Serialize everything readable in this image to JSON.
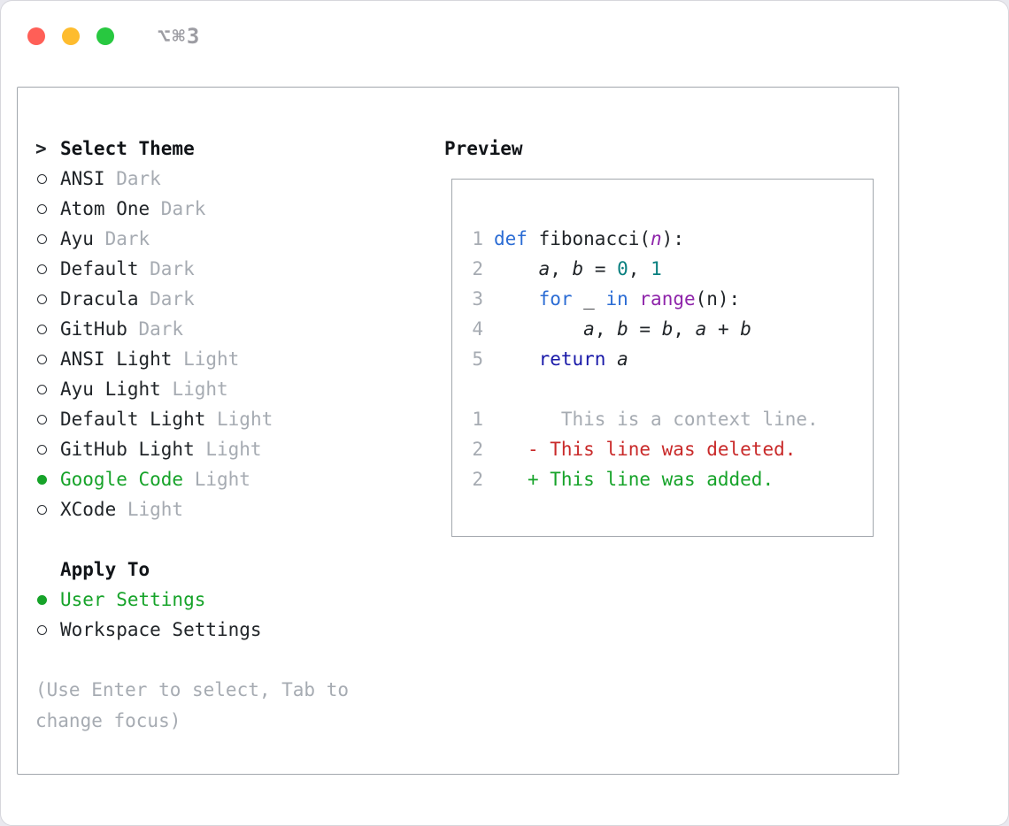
{
  "window": {
    "title": "⌥⌘3"
  },
  "colors": {
    "fg": "#212529",
    "muted": "#a6abb2",
    "green": "#16a329",
    "red": "#c92a2a",
    "blue": "#2b6cd4",
    "navy": "#1818a8",
    "purple": "#8e24aa",
    "teal": "#087f7f"
  },
  "theme_section": {
    "prompt": ">",
    "title": "Select Theme",
    "items": [
      {
        "name": "ANSI",
        "variant": "Dark",
        "selected": false
      },
      {
        "name": "Atom One",
        "variant": "Dark",
        "selected": false
      },
      {
        "name": "Ayu",
        "variant": "Dark",
        "selected": false
      },
      {
        "name": "Default",
        "variant": "Dark",
        "selected": false
      },
      {
        "name": "Dracula",
        "variant": "Dark",
        "selected": false
      },
      {
        "name": "GitHub",
        "variant": "Dark",
        "selected": false
      },
      {
        "name": "ANSI Light",
        "variant": "Light",
        "selected": false
      },
      {
        "name": "Ayu Light",
        "variant": "Light",
        "selected": false
      },
      {
        "name": "Default Light",
        "variant": "Light",
        "selected": false
      },
      {
        "name": "GitHub Light",
        "variant": "Light",
        "selected": false
      },
      {
        "name": "Google Code",
        "variant": "Light",
        "selected": true
      },
      {
        "name": "XCode",
        "variant": "Light",
        "selected": false
      }
    ]
  },
  "apply_section": {
    "title": "Apply To",
    "items": [
      {
        "name": "User Settings",
        "selected": true
      },
      {
        "name": "Workspace Settings",
        "selected": false
      }
    ]
  },
  "hint": "(Use Enter to select, Tab to change focus)",
  "preview": {
    "title": "Preview",
    "code_lines": [
      {
        "num": "1",
        "tokens": [
          {
            "t": "def",
            "c": "blue"
          },
          {
            "t": " fibonacci(",
            "c": "fg"
          },
          {
            "t": "n",
            "c": "purple",
            "i": true
          },
          {
            "t": "):",
            "c": "fg"
          }
        ]
      },
      {
        "num": "2",
        "tokens": [
          {
            "t": "    ",
            "c": "fg"
          },
          {
            "t": "a",
            "c": "fg",
            "i": true
          },
          {
            "t": ", ",
            "c": "fg"
          },
          {
            "t": "b",
            "c": "fg",
            "i": true
          },
          {
            "t": " = ",
            "c": "fg"
          },
          {
            "t": "0",
            "c": "teal"
          },
          {
            "t": ", ",
            "c": "fg"
          },
          {
            "t": "1",
            "c": "teal"
          }
        ]
      },
      {
        "num": "3",
        "tokens": [
          {
            "t": "    ",
            "c": "fg"
          },
          {
            "t": "for",
            "c": "blue"
          },
          {
            "t": " _ ",
            "c": "fg"
          },
          {
            "t": "in",
            "c": "blue"
          },
          {
            "t": " ",
            "c": "fg"
          },
          {
            "t": "range",
            "c": "purple"
          },
          {
            "t": "(n):",
            "c": "fg"
          }
        ]
      },
      {
        "num": "4",
        "tokens": [
          {
            "t": "        ",
            "c": "fg"
          },
          {
            "t": "a",
            "c": "fg",
            "i": true
          },
          {
            "t": ", ",
            "c": "fg"
          },
          {
            "t": "b",
            "c": "fg",
            "i": true
          },
          {
            "t": " = ",
            "c": "fg"
          },
          {
            "t": "b",
            "c": "fg",
            "i": true
          },
          {
            "t": ", ",
            "c": "fg"
          },
          {
            "t": "a",
            "c": "fg",
            "i": true
          },
          {
            "t": " + ",
            "c": "fg"
          },
          {
            "t": "b",
            "c": "fg",
            "i": true
          }
        ]
      },
      {
        "num": "5",
        "tokens": [
          {
            "t": "    ",
            "c": "fg"
          },
          {
            "t": "return",
            "c": "navy"
          },
          {
            "t": " ",
            "c": "fg"
          },
          {
            "t": "a",
            "c": "fg",
            "i": true
          }
        ]
      },
      {
        "num": "",
        "tokens": []
      },
      {
        "num": "1",
        "tokens": [
          {
            "t": "      This is a context line.",
            "c": "muted"
          }
        ]
      },
      {
        "num": "2",
        "tokens": [
          {
            "t": "   ",
            "c": "fg"
          },
          {
            "t": "- This line was deleted.",
            "c": "red"
          }
        ]
      },
      {
        "num": "2",
        "tokens": [
          {
            "t": "   ",
            "c": "fg"
          },
          {
            "t": "+ This line was added.",
            "c": "green"
          }
        ]
      }
    ]
  }
}
